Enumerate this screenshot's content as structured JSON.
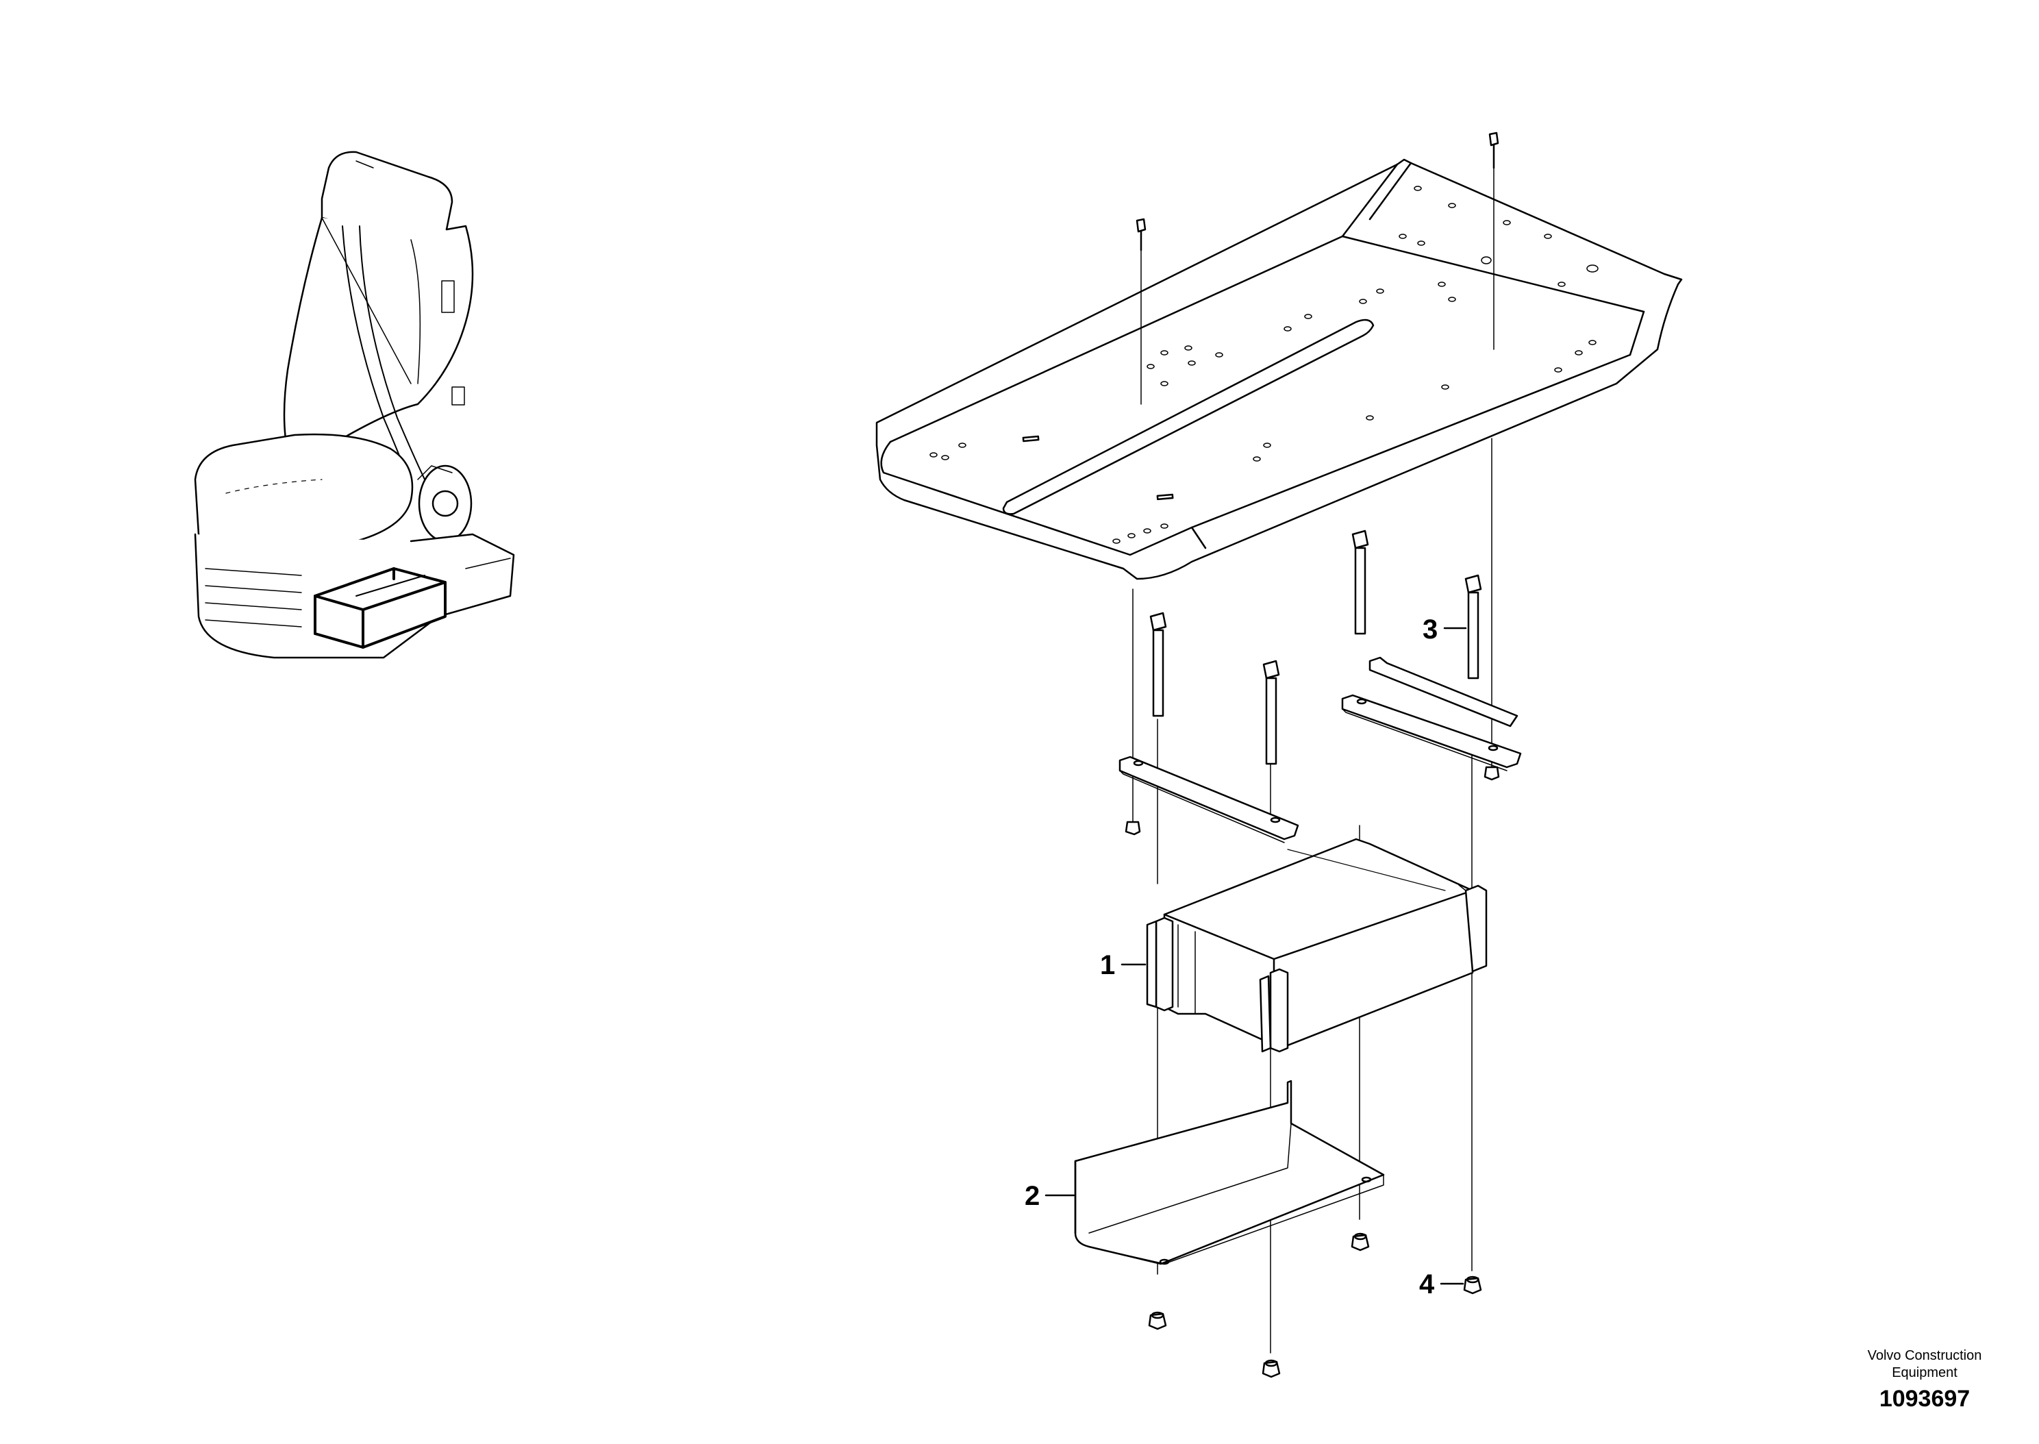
{
  "diagram": {
    "callouts": [
      {
        "id": "1",
        "label": "1"
      },
      {
        "id": "2",
        "label": "2"
      },
      {
        "id": "3",
        "label": "3"
      },
      {
        "id": "4",
        "label": "4"
      }
    ],
    "footer": {
      "company_line1": "Volvo Construction",
      "company_line2": "Equipment",
      "doc_number": "1093697"
    }
  }
}
